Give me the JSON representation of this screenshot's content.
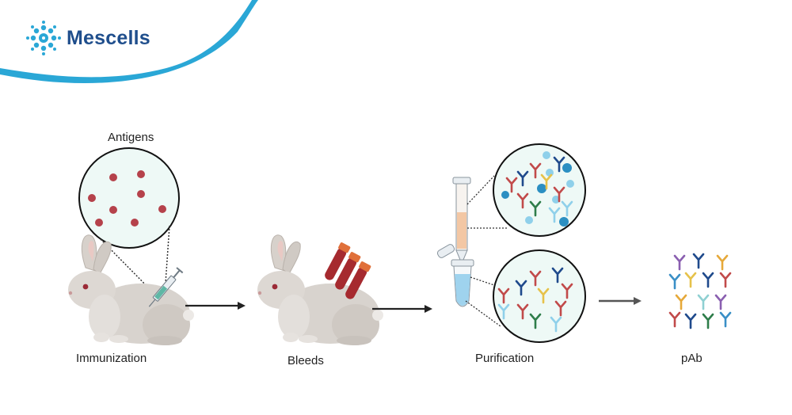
{
  "brand": {
    "name": "Mescells",
    "logo_icon": "cell-cluster-logo-icon",
    "color": "#1f4e8c",
    "accent": "#2aa7d6"
  },
  "labels": {
    "antigens": "Antigens",
    "immunization": "Immunization",
    "bleeds": "Bleeds",
    "purification": "Purification",
    "pab": "pAb"
  },
  "colors": {
    "antigen": "#b5424b",
    "rabbit": "#d8d3ce",
    "blood": "#a62a2f",
    "cap": "#e0703a",
    "column_fill": "#f3c7a4",
    "tube_liquid": "#9fd3ee",
    "bead_light": "#8fd0ea",
    "bead_dark": "#2b8fc2",
    "circle_fill": "#eef9f6"
  }
}
